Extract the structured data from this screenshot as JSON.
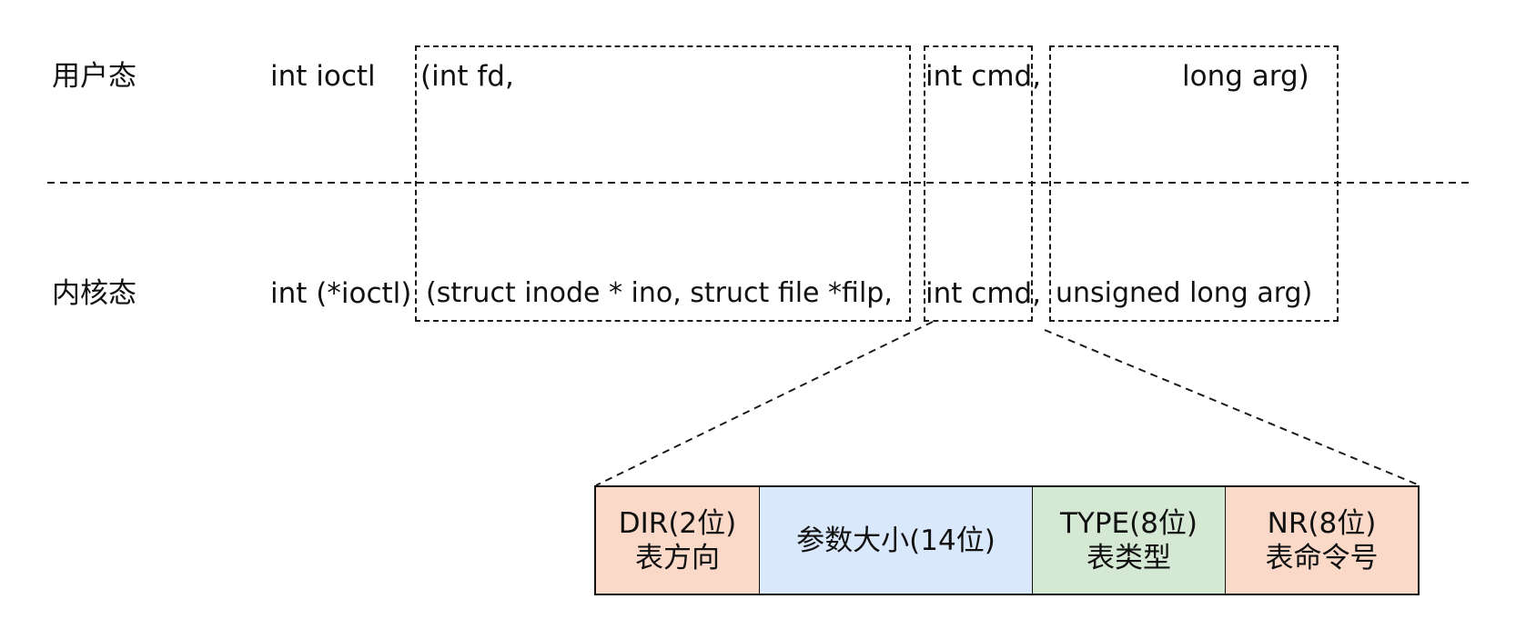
{
  "rows": {
    "user": {
      "label": "用户态",
      "func": "int ioctl",
      "param_fd": "(int fd,",
      "param_cmd": "int cmd,",
      "param_arg": "long arg)"
    },
    "kernel": {
      "label": "内核态",
      "func": "int (*ioctl)",
      "param_fd": "(struct inode * ino, struct file *filp,",
      "param_cmd": "int cmd,",
      "param_arg": "unsigned long arg)"
    }
  },
  "cmd_fields": [
    {
      "line1": "DIR(2位)",
      "line2": "表方向",
      "color": "#fad9c8"
    },
    {
      "line1": "参数大小(14位)",
      "line2": "",
      "color": "#dae8fc"
    },
    {
      "line1": "TYPE(8位)",
      "line2": "表类型",
      "color": "#d5e8d4"
    },
    {
      "line1": "NR(8位)",
      "line2": "表命令号",
      "color": "#fad9c8"
    }
  ]
}
